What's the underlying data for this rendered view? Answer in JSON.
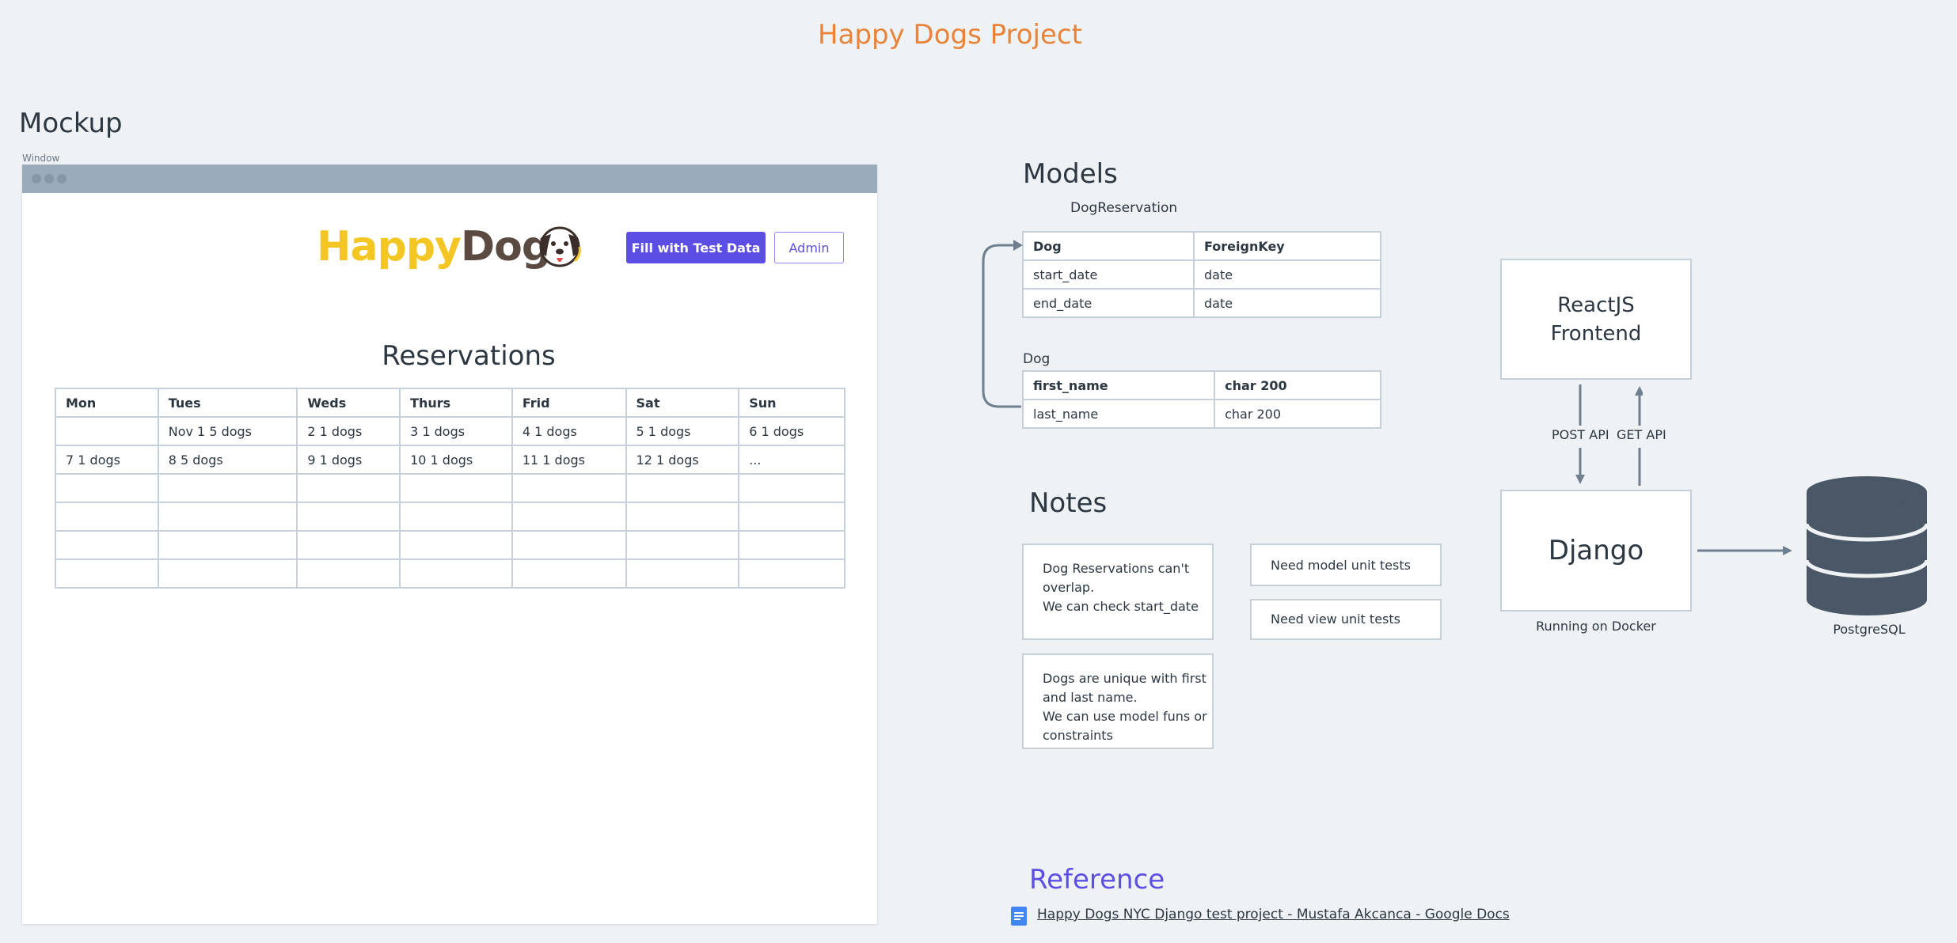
{
  "title": "Happy Dogs Project",
  "mockup": {
    "heading": "Mockup",
    "window_label": "Window",
    "logo": {
      "part1": "Happy",
      "part2": "Dogs"
    },
    "fill_button": "Fill with Test Data",
    "admin_button": "Admin",
    "reservations_title": "Reservations",
    "table": {
      "headers": [
        "Mon",
        "Tues",
        "Weds",
        "Thurs",
        "Frid",
        "Sat",
        "Sun"
      ],
      "rows": [
        [
          "",
          "Nov 1 5 dogs",
          "2 1 dogs",
          "3 1 dogs",
          "4 1 dogs",
          "5 1 dogs",
          "6 1 dogs"
        ],
        [
          "7 1 dogs",
          "8 5 dogs",
          "9 1 dogs",
          "10 1 dogs",
          "11 1 dogs",
          "12 1 dogs",
          "..."
        ],
        [
          "",
          "",
          "",
          "",
          "",
          "",
          ""
        ],
        [
          "",
          "",
          "",
          "",
          "",
          "",
          ""
        ],
        [
          "",
          "",
          "",
          "",
          "",
          "",
          ""
        ],
        [
          "",
          "",
          "",
          "",
          "",
          "",
          ""
        ]
      ]
    }
  },
  "models": {
    "heading": "Models",
    "dog_reservation": {
      "label": "DogReservation",
      "rows": [
        [
          "Dog",
          "ForeignKey"
        ],
        [
          "start_date",
          "date"
        ],
        [
          "end_date",
          "date"
        ]
      ]
    },
    "dog": {
      "label": "Dog",
      "rows": [
        [
          "first_name",
          "char 200"
        ],
        [
          "last_name",
          "char 200"
        ]
      ]
    }
  },
  "notes": {
    "heading": "Notes",
    "note1": [
      "Dog Reservations can't",
      "overlap.",
      "We can check start_date"
    ],
    "note2": [
      "Dogs are unique with first",
      "and last name.",
      "We can use model funs or",
      "constraints"
    ],
    "note3": "Need model unit tests",
    "note4": "Need view unit tests"
  },
  "architecture": {
    "frontend": [
      "ReactJS",
      "Frontend"
    ],
    "post_api": "POST API",
    "get_api": "GET API",
    "backend": "Django",
    "backend_caption": "Running on Docker",
    "db": "PostgreSQL"
  },
  "reference": {
    "heading": "Reference",
    "link": "Happy Dogs NYC Django test project - Mustafa Akcanca - Google Docs"
  },
  "colors": {
    "title": "#e8843a",
    "accent": "#5c4ee5",
    "border": "#c6d0db",
    "arrow": "#6f7f8e",
    "db": "#4a5766"
  }
}
